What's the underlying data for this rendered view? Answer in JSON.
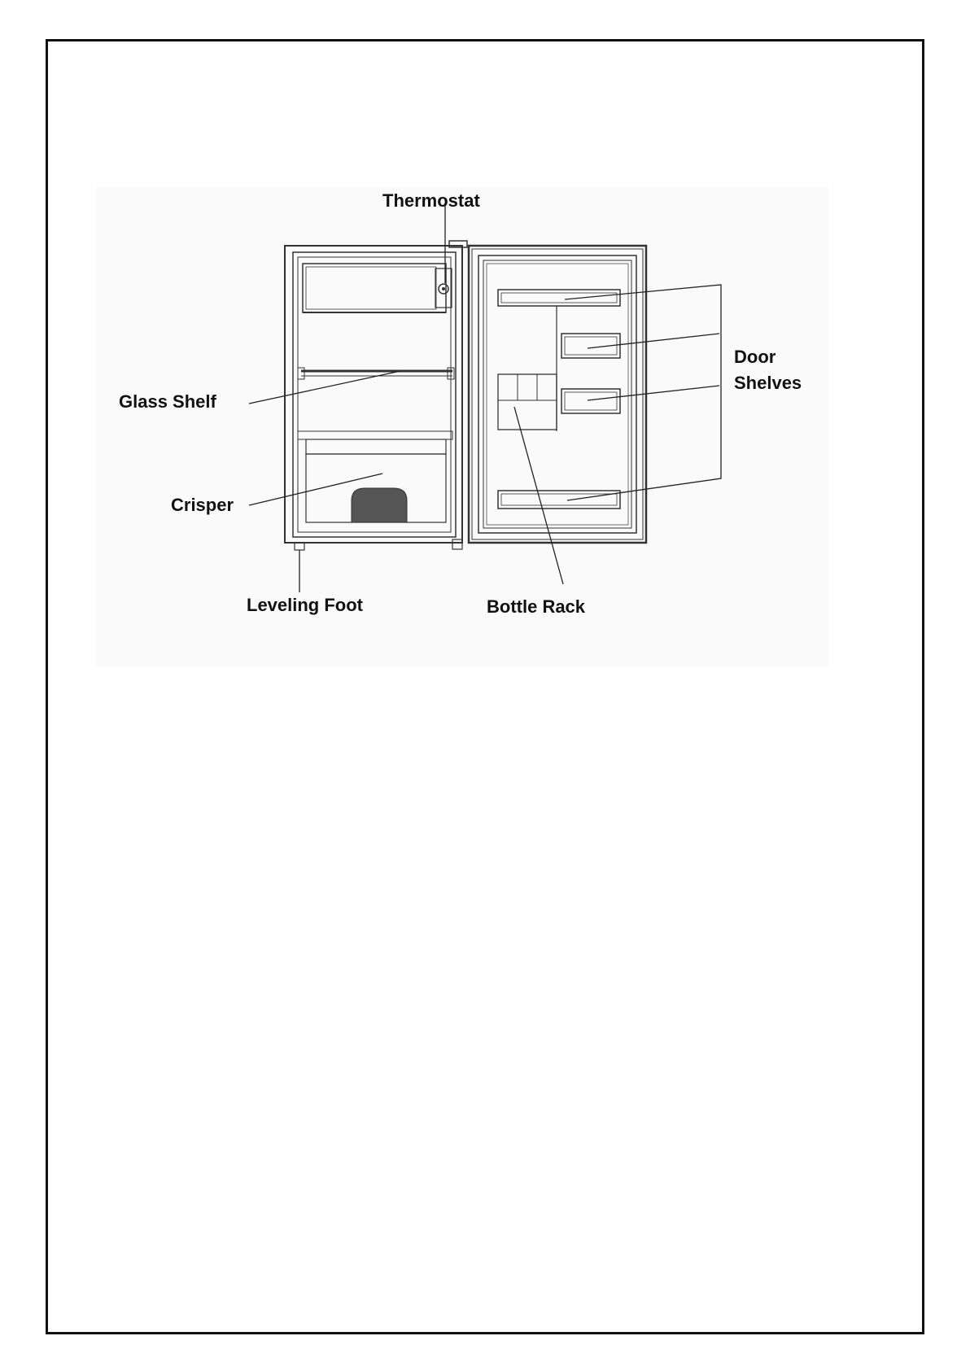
{
  "diagram": {
    "labels": {
      "thermostat": "Thermostat",
      "glass_shelf": "Glass Shelf",
      "crisper": "Crisper",
      "leveling_foot": "Leveling Foot",
      "bottle_rack": "Bottle Rack",
      "door_shelves_line1": "Door",
      "door_shelves_line2": "Shelves"
    }
  }
}
